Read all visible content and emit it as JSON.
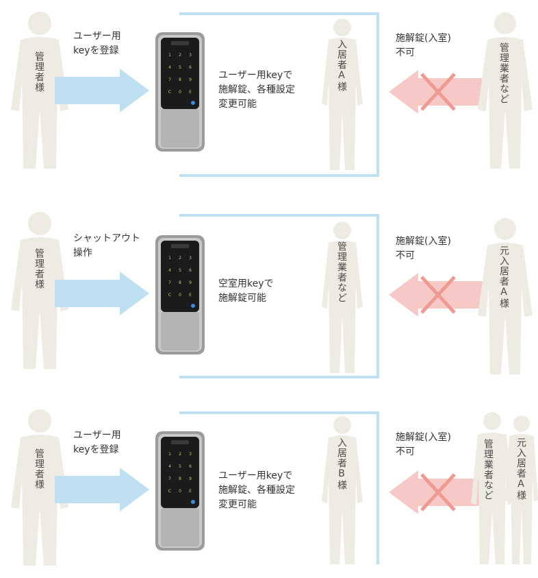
{
  "panels": [
    {
      "left_person": "管理者様",
      "action_label": "ユーザー用\nkeyを登録",
      "room_text": "ユーザー用keyで\n施解錠、各種設定\n変更可能",
      "inside_person": "入居者A様",
      "denied_label": "施解錠(入室)\n不可",
      "right_persons": [
        "管理業者など"
      ]
    },
    {
      "left_person": "管理者様",
      "action_label": "シャットアウト\n操作",
      "room_text": "空室用keyで\n施解錠可能",
      "inside_person": "管理業者など",
      "denied_label": "施解錠(入室)\n不可",
      "right_persons": [
        "元入居者A様"
      ]
    },
    {
      "left_person": "管理者様",
      "action_label": "ユーザー用\nkeyを登録",
      "room_text": "ユーザー用keyで\n施解錠、各種設定\n変更可能",
      "inside_person": "入居者B様",
      "denied_label": "施解錠(入室)\n不可",
      "right_persons": [
        "管理業者など",
        "元入居者A様"
      ]
    }
  ],
  "keypad_keys": [
    "1",
    "2",
    "3",
    "4",
    "5",
    "6",
    "7",
    "8",
    "9",
    "C",
    "0",
    "E"
  ],
  "colors": {
    "silhouette": "#eeebe3",
    "room_border": "#bfe0f2",
    "blue_arrow": "#bfe0f2",
    "red_arrow": "#f6c9c6",
    "red_cross": "#f19a93"
  }
}
